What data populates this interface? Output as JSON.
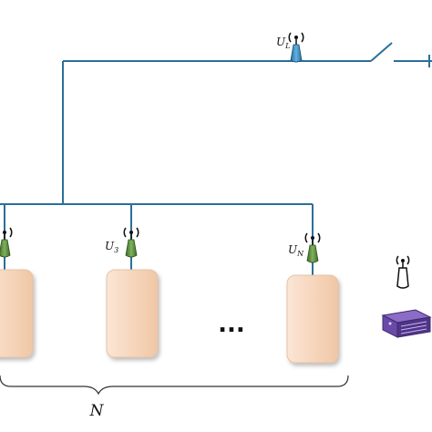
{
  "labels": {
    "uplink_main": "U",
    "uplink_sub": "L",
    "unit3_main": "U",
    "unit3_sub": "3",
    "unitN_main": "U",
    "unitN_sub": "N",
    "count_label": "N",
    "ellipsis": "..."
  },
  "colors": {
    "wire": "#2b6f9a",
    "antenna_blue": "#3b8fc6",
    "antenna_green": "#5a8a3c",
    "module_fill": "#f7d8bf",
    "module_edge": "#e7c2a5",
    "server": "#6a4aa8"
  },
  "icons": [
    "antenna-icon",
    "server-icon",
    "switch-icon"
  ]
}
